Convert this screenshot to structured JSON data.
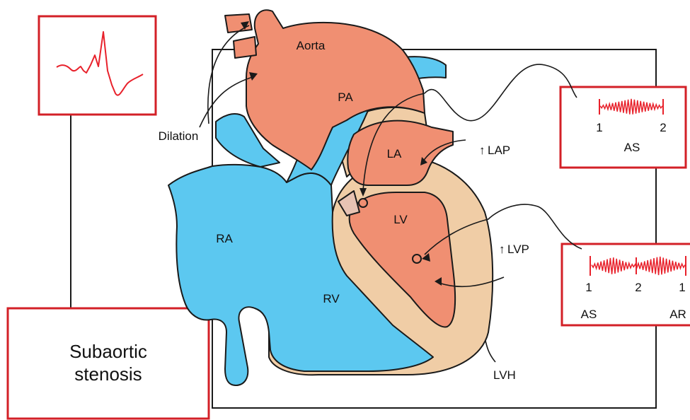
{
  "diagram": {
    "labels": {
      "aorta": "Aorta",
      "pa": "PA",
      "la": "LA",
      "lv": "LV",
      "ra": "RA",
      "rv": "RV",
      "dilation": "Dilation",
      "lap": "LAP",
      "lvp": "LVP",
      "lvh": "LVH"
    },
    "condition_box": {
      "line1": "Subaortic",
      "line2": "stenosis"
    },
    "murmur_as": {
      "tick_s1": "1",
      "tick_s2": "2",
      "caption": "AS"
    },
    "murmur_as_ar": {
      "tick_s1": "1",
      "tick_s2": "2",
      "tick_s1_next": "1",
      "caption_left": "AS",
      "caption_right": "AR"
    },
    "colors": {
      "left_heart": "#f08f72",
      "right_heart": "#5cc8f0",
      "myocardium": "#f0cda6",
      "box_border": "#d32027",
      "signal": "#e8212b",
      "outline": "#1a1a1a"
    }
  }
}
